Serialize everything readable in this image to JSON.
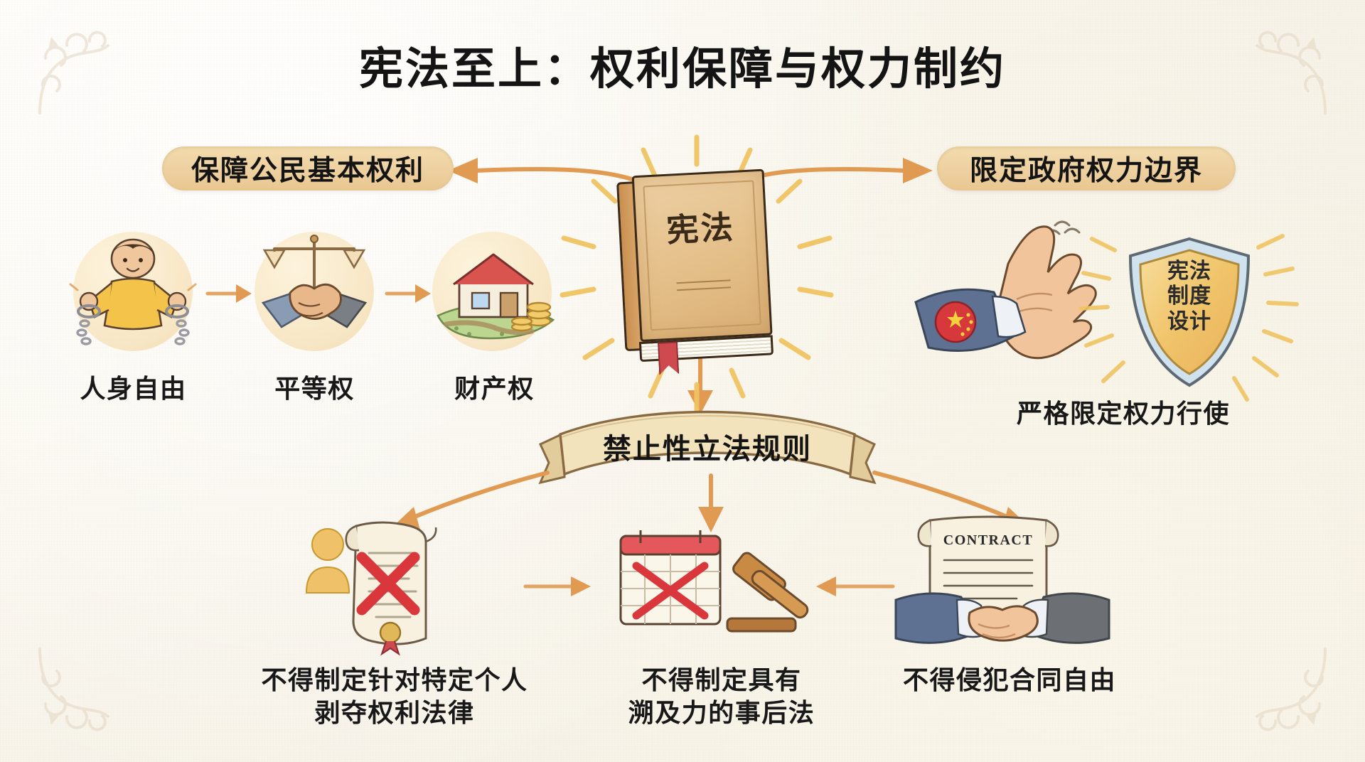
{
  "page": {
    "title": "宪法至上：权利保障与权力制约",
    "background_color": "#f8f4ea",
    "accent_color": "#e09a52",
    "banner_color": "#eed0a0",
    "text_color": "#141414"
  },
  "center": {
    "book_label": "宪法",
    "book_icon": "constitution-book-icon",
    "ribbon_label": "禁止性立法规则"
  },
  "left_branch": {
    "banner": "保障公民基本权利",
    "items": [
      {
        "label": "人身自由",
        "icon": "broken-handcuffs-person-icon"
      },
      {
        "label": "平等权",
        "icon": "scales-handshake-icon"
      },
      {
        "label": "财产权",
        "icon": "house-land-coins-icon"
      }
    ]
  },
  "right_branch": {
    "banner": "限定政府权力边界",
    "shield_label_lines": [
      "宪法",
      "制度",
      "设计"
    ],
    "shield_icon": "constitution-shield-icon",
    "hand_icon": "stop-hand-emblem-icon",
    "caption": "严格限定权力行使"
  },
  "bottom_branch": {
    "items": [
      {
        "label_lines": [
          "不得制定针对特定个人",
          "剥夺权利法律"
        ],
        "icon": "person-scroll-red-cross-icon"
      },
      {
        "label_lines": [
          "不得制定具有",
          "溯及力的事后法"
        ],
        "icon": "calendar-cross-gavel-icon"
      },
      {
        "label_lines": [
          "不得侵犯合同自由"
        ],
        "icon": "handshake-contract-icon",
        "document_word": "CONTRACT"
      }
    ]
  },
  "decor": {
    "corner_icon": "corner-flourish-icon",
    "corners": [
      "top-left",
      "top-right",
      "bottom-left",
      "bottom-right"
    ]
  }
}
